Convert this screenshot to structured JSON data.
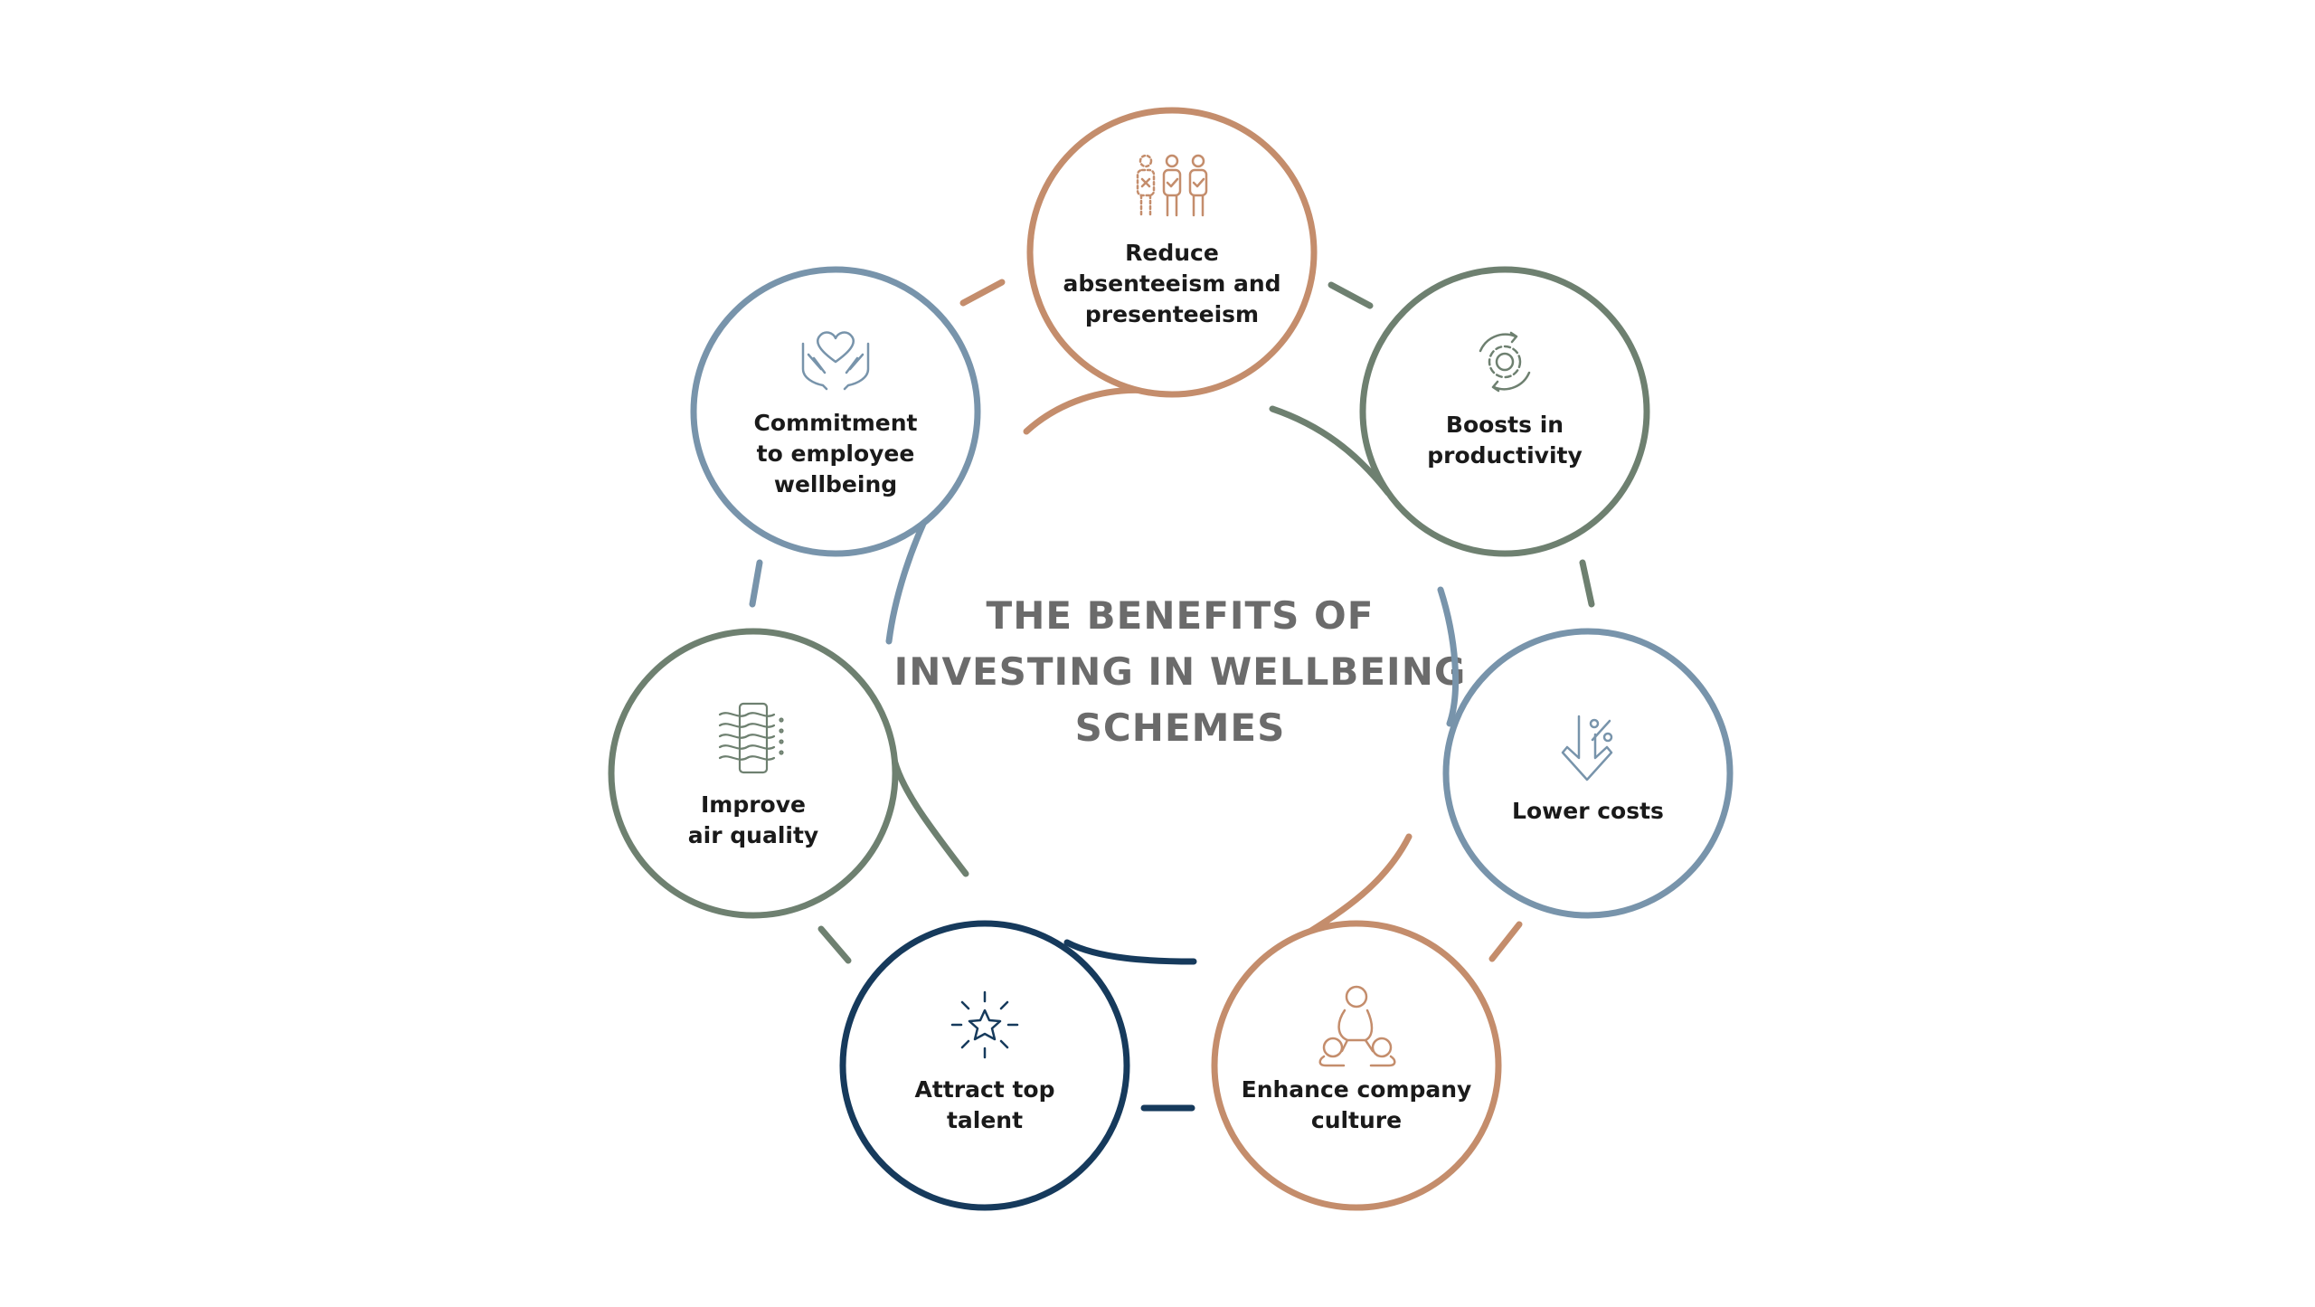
{
  "title": {
    "lines": [
      "THE BENEFITS OF",
      "INVESTING IN WELLBEING",
      "SCHEMES"
    ]
  },
  "colors": {
    "terracotta": "#c48d6c",
    "sage": "#6e8070",
    "steel_blue": "#7894ab",
    "navy": "#163a5c",
    "title_gray": "#6b6b6b",
    "label": "#1a1a1a"
  },
  "nodes": [
    {
      "id": "absenteeism",
      "icon": "people-check-icon",
      "color": "terracotta",
      "lines": [
        "Reduce",
        "absenteeism and",
        "presenteeism"
      ]
    },
    {
      "id": "productivity",
      "icon": "gear-cycle-icon",
      "color": "sage",
      "lines": [
        "Boosts in",
        "productivity"
      ]
    },
    {
      "id": "costs",
      "icon": "percent-down-arrow-icon",
      "color": "steel_blue",
      "lines": [
        "Lower costs"
      ]
    },
    {
      "id": "culture",
      "icon": "people-together-icon",
      "color": "terracotta",
      "lines": [
        "Enhance company",
        "culture"
      ]
    },
    {
      "id": "talent",
      "icon": "star-burst-icon",
      "color": "navy",
      "lines": [
        "Attract top",
        "talent"
      ]
    },
    {
      "id": "air",
      "icon": "air-purifier-icon",
      "color": "sage",
      "lines": [
        "Improve",
        "air quality"
      ]
    },
    {
      "id": "commitment",
      "icon": "heart-hands-icon",
      "color": "steel_blue",
      "lines": [
        "Commitment",
        "to employee",
        "wellbeing"
      ]
    }
  ]
}
